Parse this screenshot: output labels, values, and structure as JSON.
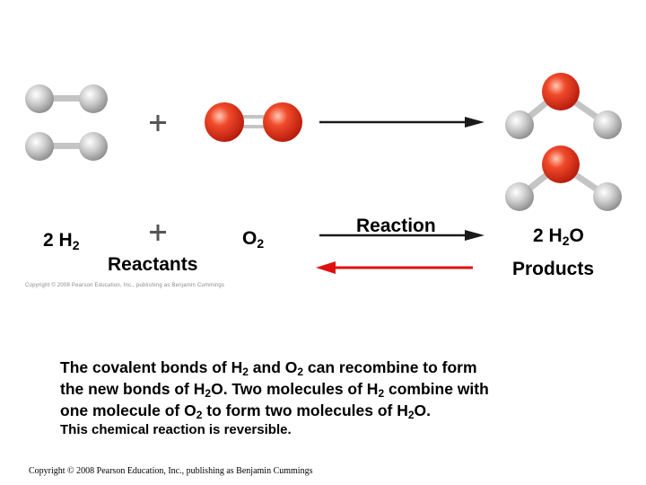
{
  "colors": {
    "hydrogen": "#c7c7c7",
    "oxygen": "#e8301c",
    "bond": "#bdbdbd",
    "arrow": "#1a1a1a",
    "reverse_arrow": "#e01010"
  },
  "labels": {
    "reactant_h2_coef": "2 H",
    "reactant_h2_sub": "2",
    "plus": "+",
    "reactant_o2": "O",
    "reactant_o2_sub": "2",
    "reactants": "Reactants",
    "reaction": "Reaction",
    "product_pre": "2 H",
    "product_sub": "2",
    "product_post": "O",
    "products": "Products"
  },
  "faint_copyright": "Copyright © 2008 Pearson Education, Inc., publishing as Benjamin Cummings",
  "description": {
    "p1": "The covalent bonds of H",
    "s1": "2",
    "p2": " and O",
    "s2": "2",
    "p3": " can recombine to form",
    "p4": "the new bonds of H",
    "s3": "2",
    "p5": "O. Two molecules of H",
    "s4": "2",
    "p6": " combine with",
    "p7": "one molecule of O",
    "s5": "2",
    "p8": " to form two molecules of H",
    "s6": "2",
    "p9": "O."
  },
  "note": "This chemical reaction is reversible.",
  "copyright": "Copyright © 2008 Pearson Education, Inc., publishing as Benjamin Cummings"
}
